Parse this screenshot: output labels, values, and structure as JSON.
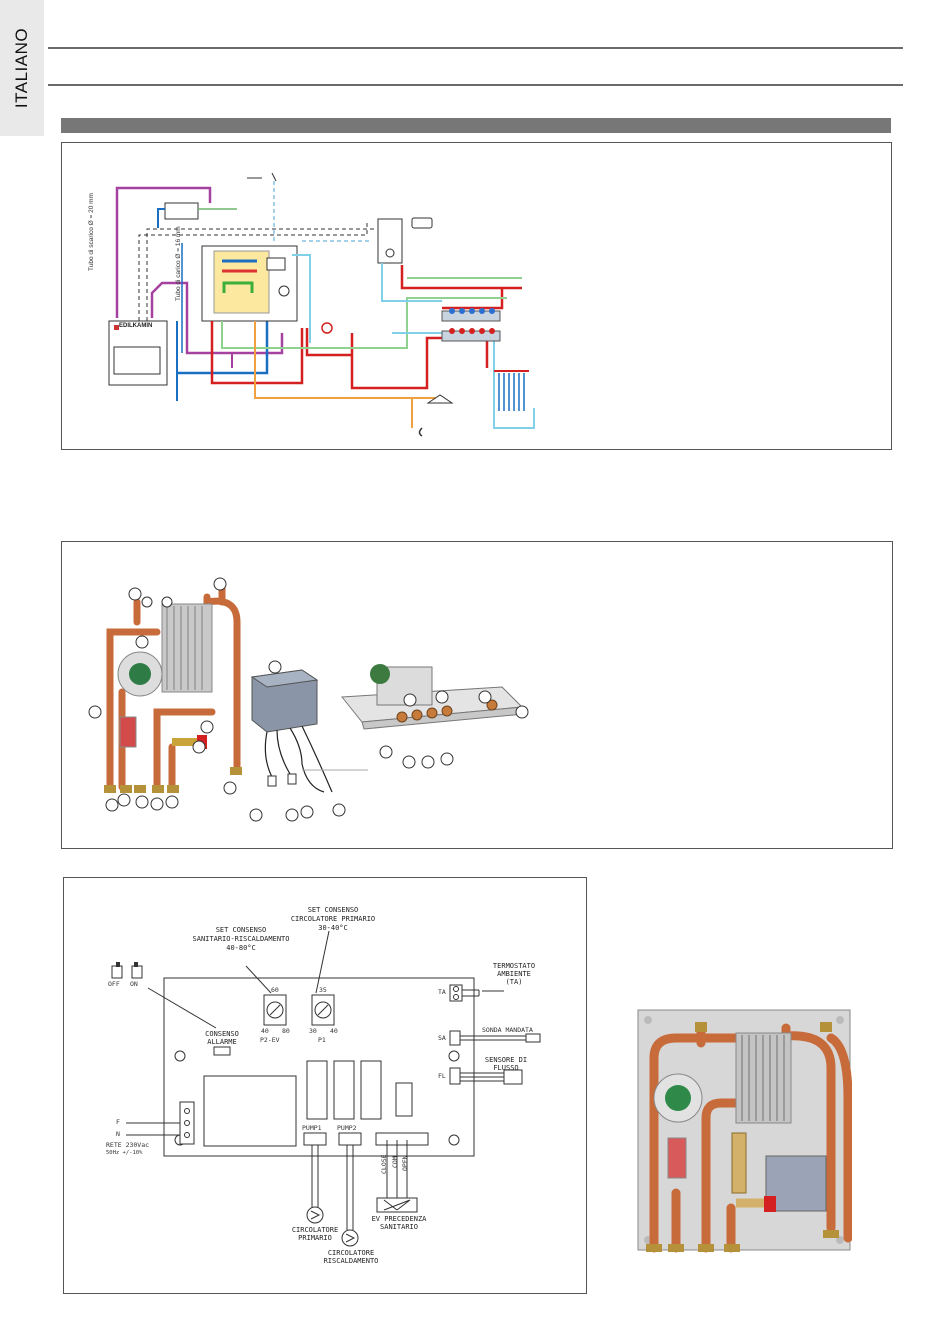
{
  "side_tab": {
    "label": "ITALIANO"
  },
  "fig1": {
    "brand": "EDILKAMIN",
    "pipe_label_1": "Tubo di scarico Ø = 20 mm",
    "pipe_label_2": "Tubo di carico Ø = 16 mm"
  },
  "board": {
    "set_sanitario_1": "SET CONSENSO",
    "set_sanitario_2": "SANITARIO-RISCALDAMENTO",
    "set_sanitario_3": "40-80°C",
    "set_primario_1": "SET CONSENSO",
    "set_primario_2": "CIRCOLATORE PRIMARIO",
    "set_primario_3": "30-40°C",
    "off": "OFF",
    "on": "ON",
    "consenso_1": "CONSENSO",
    "consenso_2": "ALLARME",
    "knob1_top": "60",
    "knob1_left": "40",
    "knob1_right": "80",
    "knob1_name": "P2-EV",
    "knob2_top": "35",
    "knob2_left": "30",
    "knob2_right": "40",
    "knob2_name": "P1",
    "ta": "TA",
    "sa": "SA",
    "fl": "FL",
    "termostato_1": "TERMOSTATO",
    "termostato_2": "AMBIENTE",
    "termostato_3": "(TA)",
    "sonda": "SONDA MANDATA",
    "sensore_1": "SENSORE DI",
    "sensore_2": "FLUSSO",
    "f": "F",
    "n": "N",
    "rete": "RETE 230Vac",
    "rete_sub": "50Hz +/-10%",
    "pump1": "PUMP1",
    "pump2": "PUMP2",
    "close": "CLOSE",
    "com": "COM",
    "open": "OPEN",
    "circ_primario_1": "CIRCOLATORE",
    "circ_primario_2": "PRIMARIO",
    "circ_risc_1": "CIRCOLATORE",
    "circ_risc_2": "RISCALDAMENTO",
    "ev_1": "EV PRECEDENZA",
    "ev_2": "SANITARIO"
  }
}
